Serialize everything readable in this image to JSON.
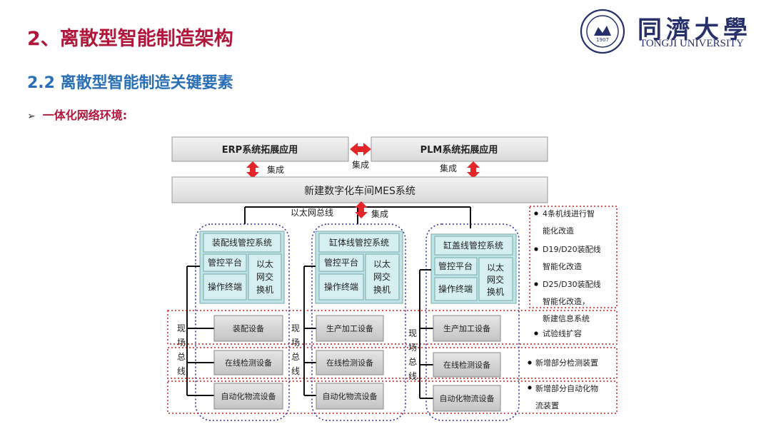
{
  "header": {
    "title": "2、离散型智能制造架构",
    "subtitle": "2.2 离散型智能制造关键要素",
    "bullet": "一体化网络环境:"
  },
  "logo": {
    "name_cn": "同濟大學",
    "name_en": "TONGJI UNIVERSITY",
    "seal_year": "1907"
  },
  "diagram": {
    "erp": "ERP系统拓展应用",
    "plm": "PLM系统拓展应用",
    "mes": "新建数字化车间MES系统",
    "integrate_left": "集成",
    "integrate_mid": "集成",
    "integrate_right": "集成",
    "ethernet_bus": "以太网总线",
    "integrate_bus": "集成",
    "lines": [
      {
        "title": "装配线管控系统",
        "platform": "管控平台",
        "terminal": "操作终端",
        "switch": "以太网交换机",
        "field_bus": "现场总线",
        "devices": [
          "装配设备",
          "在线检测设备",
          "自动化物流设备"
        ]
      },
      {
        "title": "缸体线管控系统",
        "platform": "管控平台",
        "terminal": "操作终端",
        "switch": "以太网交换机",
        "field_bus": "现场总线",
        "devices": [
          "生产加工设备",
          "在线检测设备",
          "自动化物流设备"
        ]
      },
      {
        "title": "缸盖线管控系统",
        "platform": "管控平台",
        "terminal": "操作终端",
        "switch": "以太网交换机",
        "field_bus": "现场总线",
        "devices": [
          "生产加工设备",
          "在线检测设备",
          "自动化物流设备"
        ]
      }
    ],
    "notes_top": [
      "4条机线进行智能化改造",
      "D19/D20装配线智能化改造",
      "D25/D30装配线智能化改造，新建信息系统",
      "试验线扩容"
    ],
    "note_mid": "新增部分检测装置",
    "note_bottom": "新增部分自动化物流装置"
  },
  "colors": {
    "title_red": "#b0173a",
    "subtitle_blue": "#2a6fb6",
    "arrow_red": "#e3262a",
    "node_teal": "#bfe3e6",
    "dotted_blue": "#3333aa",
    "dotted_red": "#cc2222"
  }
}
